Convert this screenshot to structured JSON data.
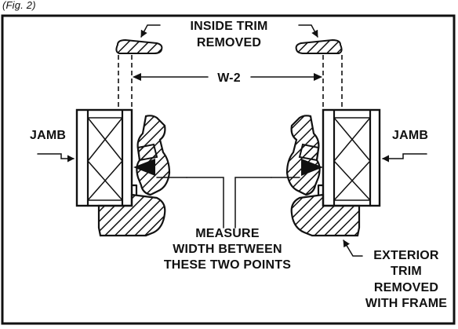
{
  "labels": {
    "inside_trim_line1": "INSIDE TRIM",
    "inside_trim_line2": "REMOVED",
    "dimension": "W-2",
    "jamb_left": "JAMB",
    "jamb_right": "JAMB",
    "measure_line1": "MEASURE",
    "measure_line2": "WIDTH BETWEEN",
    "measure_line3": "THESE TWO POINTS",
    "exterior_line1": "EXTERIOR",
    "exterior_line2": "TRIM",
    "exterior_line3": "REMOVED",
    "exterior_line4": "WITH FRAME",
    "corner_fragment": "(Fig. 2)"
  }
}
